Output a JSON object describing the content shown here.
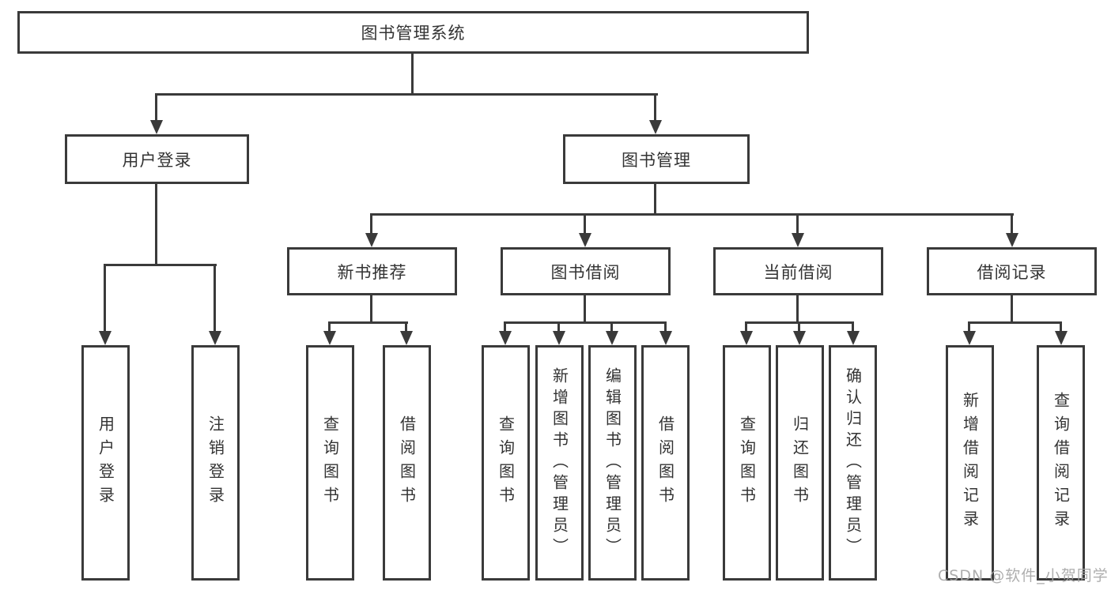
{
  "diagram_type": "hierarchy-tree",
  "tree": {
    "label": "图书管理系统",
    "children": [
      {
        "label": "用户登录",
        "children": [
          {
            "label": "用户登录"
          },
          {
            "label": "注销登录"
          }
        ]
      },
      {
        "label": "图书管理",
        "children": [
          {
            "label": "新书推荐",
            "children": [
              {
                "label": "查询图书"
              },
              {
                "label": "借阅图书"
              }
            ]
          },
          {
            "label": "图书借阅",
            "children": [
              {
                "label": "查询图书"
              },
              {
                "label": "新增图书（管理员）"
              },
              {
                "label": "编辑图书（管理员）"
              },
              {
                "label": "借阅图书"
              }
            ]
          },
          {
            "label": "当前借阅",
            "children": [
              {
                "label": "查询图书"
              },
              {
                "label": "归还图书"
              },
              {
                "label": "确认归还（管理员）"
              }
            ]
          },
          {
            "label": "借阅记录",
            "children": [
              {
                "label": "新增借阅记录"
              },
              {
                "label": "查询借阅记录"
              }
            ]
          }
        ]
      }
    ]
  },
  "watermark": {
    "text": "CSDN @软件_小贺同学"
  },
  "colors": {
    "line": "#3a3a3a",
    "text": "#333333",
    "watermark": "#a6a6a6",
    "background": "#ffffff"
  }
}
